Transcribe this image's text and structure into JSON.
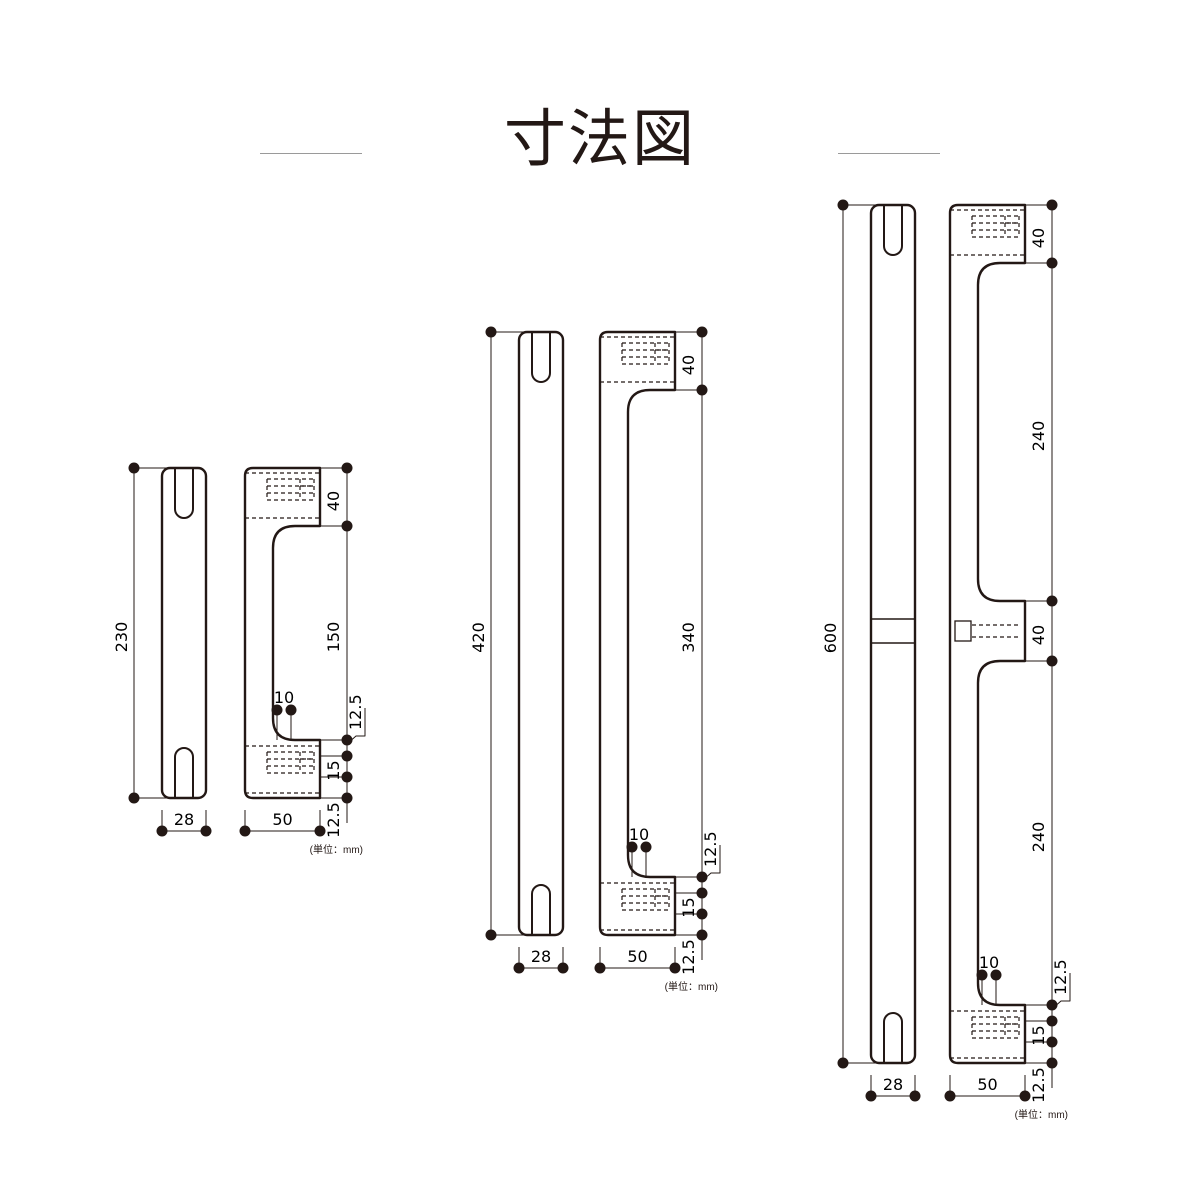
{
  "title": "寸法図",
  "colors": {
    "line": "#231815",
    "rule": "#9a9a9a",
    "background": "#ffffff"
  },
  "figures": [
    {
      "front_length": "230",
      "front_width": "28",
      "side_width": "50",
      "segments": [
        "40",
        "150"
      ],
      "hole_spacing": "10",
      "end_offset": "12.5",
      "screw_spacing": "15",
      "bottom_offset": "12.5",
      "unit": "(単位：mm)"
    },
    {
      "front_length": "420",
      "front_width": "28",
      "side_width": "50",
      "segments": [
        "40",
        "340"
      ],
      "hole_spacing": "10",
      "end_offset": "12.5",
      "screw_spacing": "15",
      "bottom_offset": "12.5",
      "unit": "(単位：mm)"
    },
    {
      "front_length": "600",
      "front_width": "28",
      "side_width": "50",
      "segments": [
        "40",
        "240",
        "40",
        "240"
      ],
      "hole_spacing": "10",
      "end_offset": "12.5",
      "screw_spacing": "15",
      "bottom_offset": "12.5",
      "unit": "(単位：mm)"
    }
  ]
}
